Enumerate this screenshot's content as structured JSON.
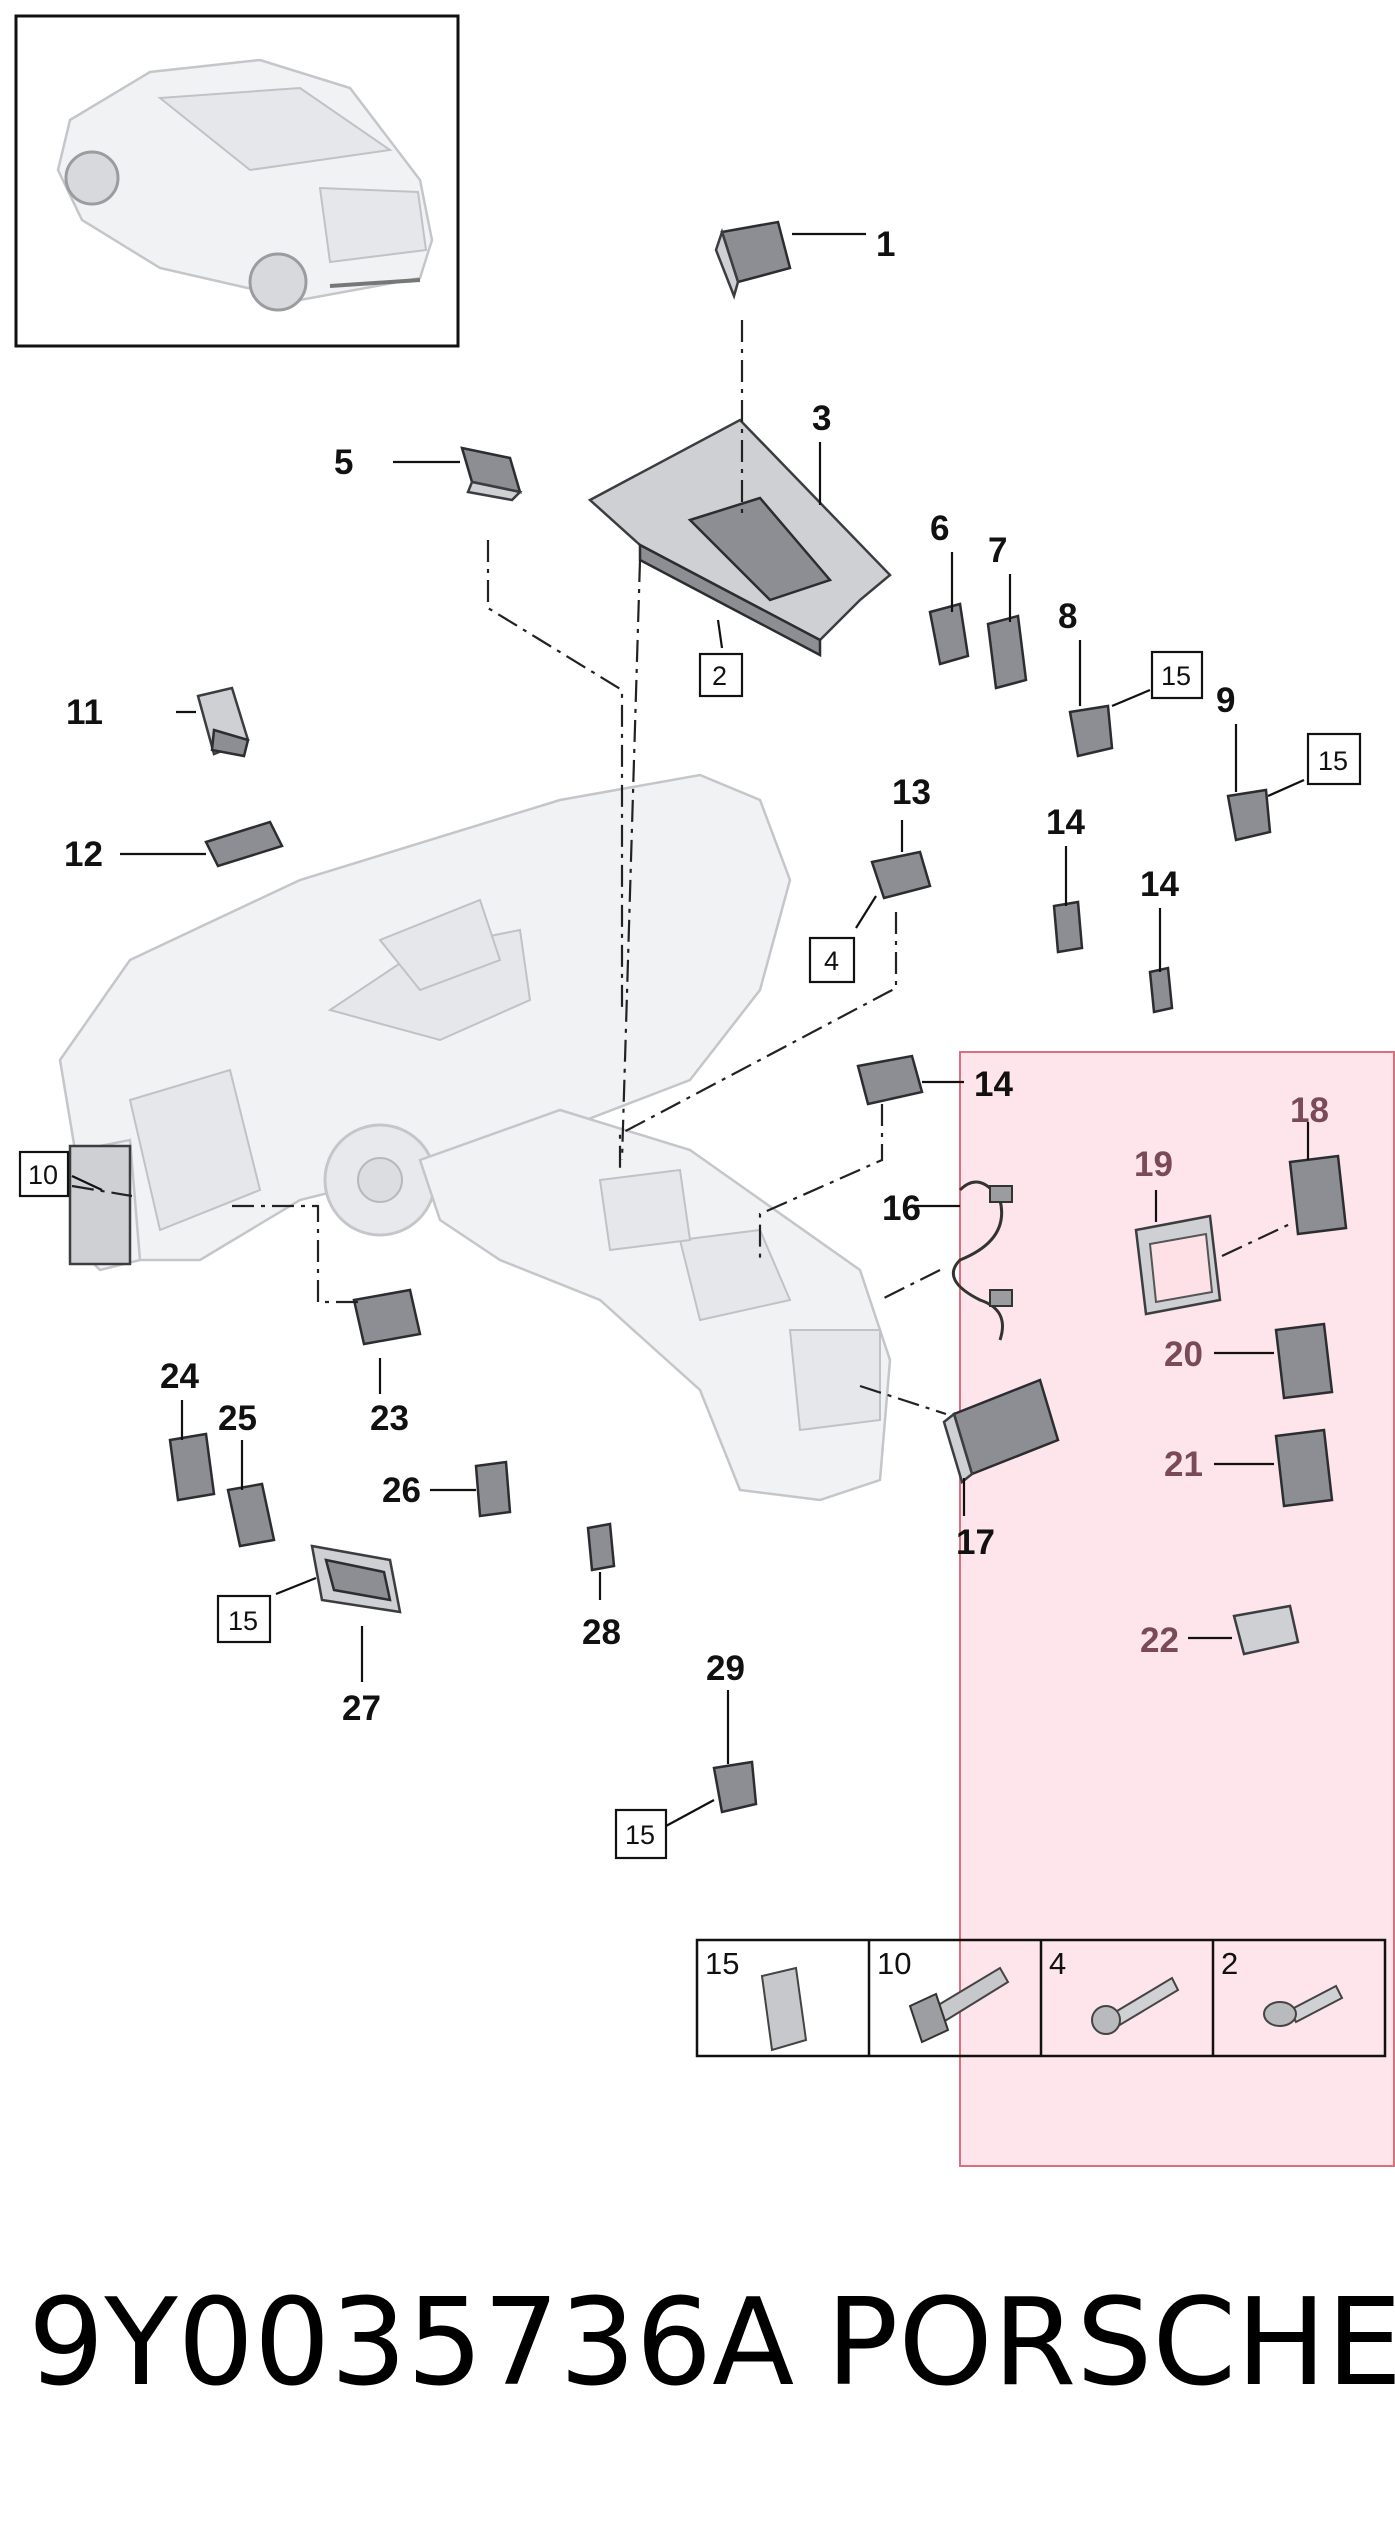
{
  "footer": {
    "part_number": "9Y0035736A",
    "brand": "PORSCHE"
  },
  "callouts": [
    "1",
    "3",
    "5",
    "6",
    "7",
    "8",
    "9",
    "11",
    "12",
    "13",
    "14",
    "14",
    "14",
    "16",
    "17",
    "18",
    "19",
    "20",
    "21",
    "22",
    "23",
    "24",
    "25",
    "26",
    "27",
    "28",
    "29"
  ],
  "boxed_refs": [
    "2",
    "4",
    "10",
    "15",
    "15",
    "15",
    "15"
  ],
  "hardware_table": {
    "cells": [
      "15",
      "10",
      "4",
      "2"
    ]
  },
  "colors": {
    "highlight_fill": "#fde1e7",
    "highlight_border": "#d9707f",
    "outline": "#111111"
  }
}
